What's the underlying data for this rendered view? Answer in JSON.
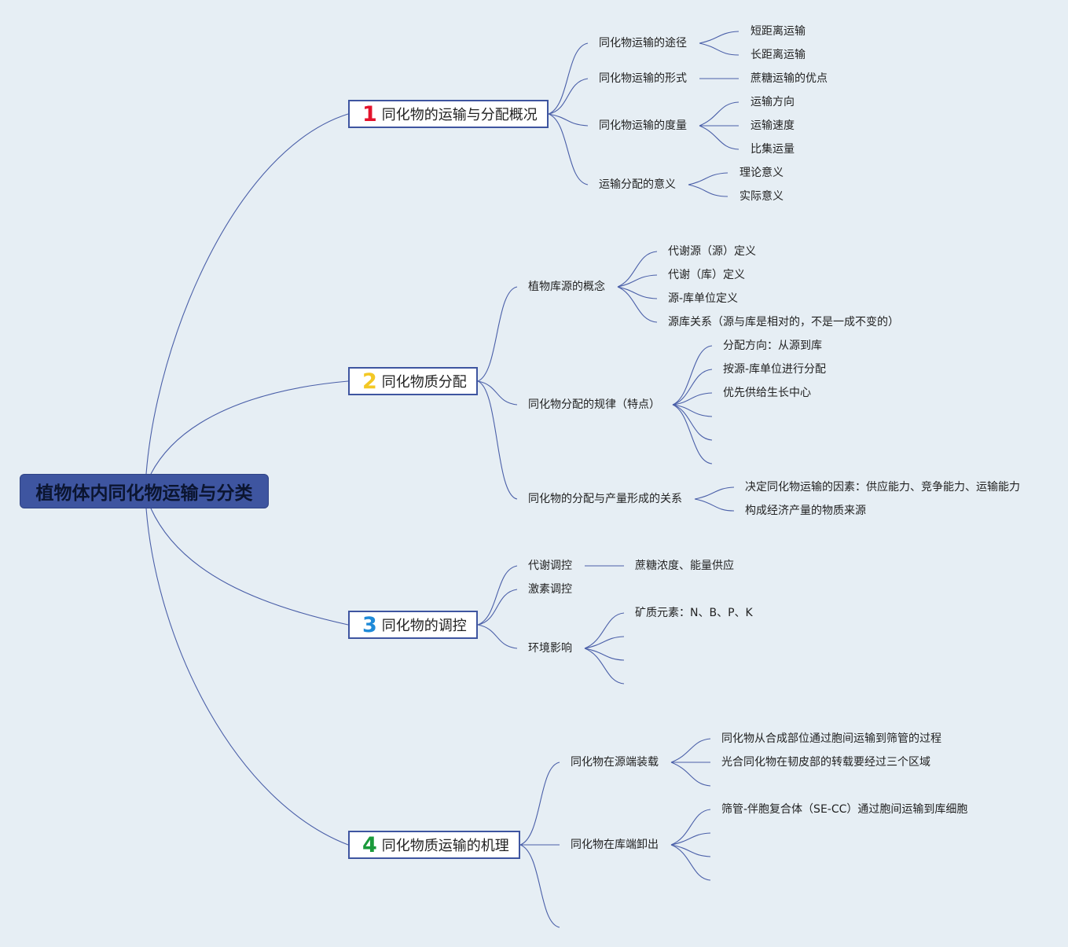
{
  "colors": {
    "background": "#e6eef4",
    "line": "#4a5fa8",
    "root_fill": "#3e55a0",
    "number_1": "#e3132c",
    "number_2": "#f3c825",
    "number_3": "#1f8ad8",
    "number_4": "#1a9a3b"
  },
  "root": {
    "title": "植物体内同化物运输与分类"
  },
  "branches": [
    {
      "number": "1",
      "title": "同化物的运输与分配概况",
      "topics": [
        {
          "label": "同化物运输的途径",
          "children": [
            "短距离运输",
            "长距离运输"
          ]
        },
        {
          "label": "同化物运输的形式",
          "children": [
            "蔗糖运输的优点"
          ]
        },
        {
          "label": "同化物运输的度量",
          "children": [
            "运输方向",
            "运输速度",
            "比集运量"
          ]
        },
        {
          "label": "运输分配的意义",
          "children": [
            "理论意义",
            "实际意义"
          ]
        }
      ]
    },
    {
      "number": "2",
      "title": "同化物质分配",
      "topics": [
        {
          "label": "植物库源的概念",
          "children": [
            "代谢源（源）定义",
            "代谢（库）定义",
            "源-库单位定义",
            "源库关系（源与库是相对的，不是一成不变的）"
          ]
        },
        {
          "label": "同化物分配的规律（特点）",
          "children": [
            "分配方向：从源到库",
            "按源-库单位进行分配",
            "优先供给生长中心"
          ]
        },
        {
          "label": "同化物的分配与产量形成的关系",
          "children": [
            "决定同化物运输的因素：供应能力、竞争能力、运输能力",
            "构成经济产量的物质来源"
          ]
        }
      ]
    },
    {
      "number": "3",
      "title": "同化物的调控",
      "topics": [
        {
          "label": "代谢调控",
          "children": [
            "蔗糖浓度、能量供应"
          ]
        },
        {
          "label": "激素调控",
          "children": []
        },
        {
          "label": "环境影响",
          "children": [
            "矿质元素：N、B、P、K"
          ]
        }
      ]
    },
    {
      "number": "4",
      "title": "同化物质运输的机理",
      "topics": [
        {
          "label": "同化物在源端装载",
          "children": [
            "同化物从合成部位通过胞间运输到筛管的过程",
            "光合同化物在韧皮部的转载要经过三个区域"
          ]
        },
        {
          "label": "同化物在库端卸出",
          "children": [
            "筛管-伴胞复合体（SE-CC）通过胞间运输到库细胞"
          ]
        }
      ]
    }
  ]
}
